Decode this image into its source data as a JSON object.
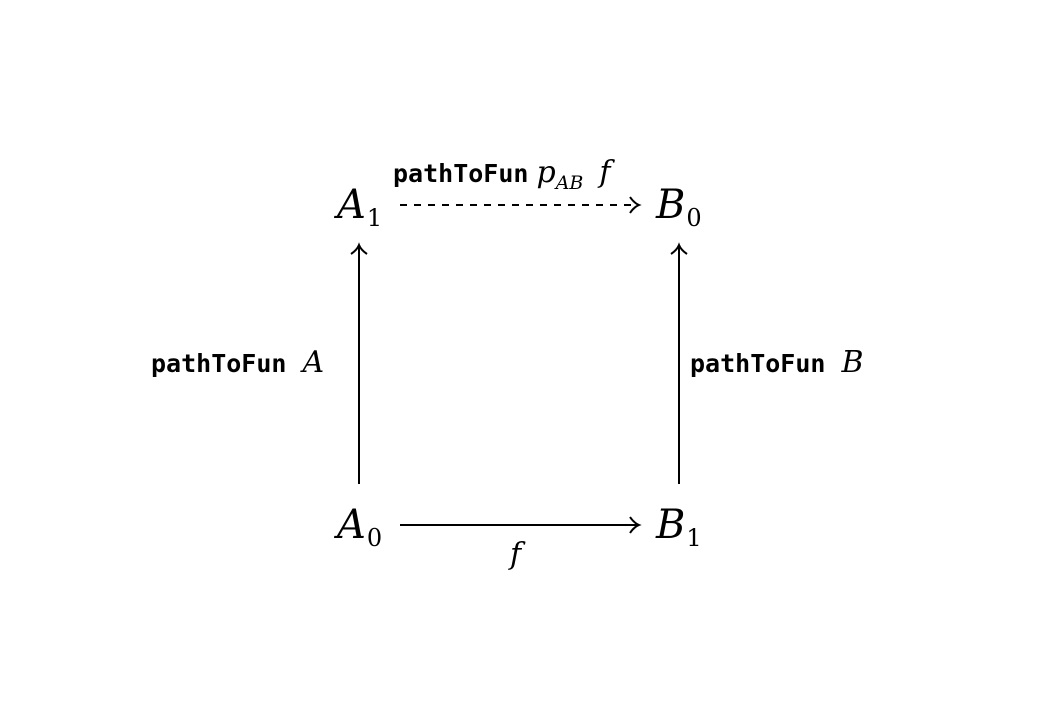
{
  "nodes": {
    "top_left": {
      "main": "A",
      "sub": "1"
    },
    "top_right": {
      "main": "B",
      "sub": "0"
    },
    "bottom_left": {
      "main": "A",
      "sub": "0"
    },
    "bottom_right": {
      "main": "B",
      "sub": "1"
    }
  },
  "edges": {
    "top": {
      "fn": "pathToFun",
      "arg": "p",
      "arg_sub": "AB",
      "arg2": "f",
      "style": "dashed"
    },
    "left": {
      "fn": "pathToFun",
      "arg": "A",
      "style": "solid"
    },
    "right": {
      "fn": "pathToFun",
      "arg": "B",
      "style": "solid"
    },
    "bottom": {
      "arg": "f",
      "style": "solid"
    }
  }
}
